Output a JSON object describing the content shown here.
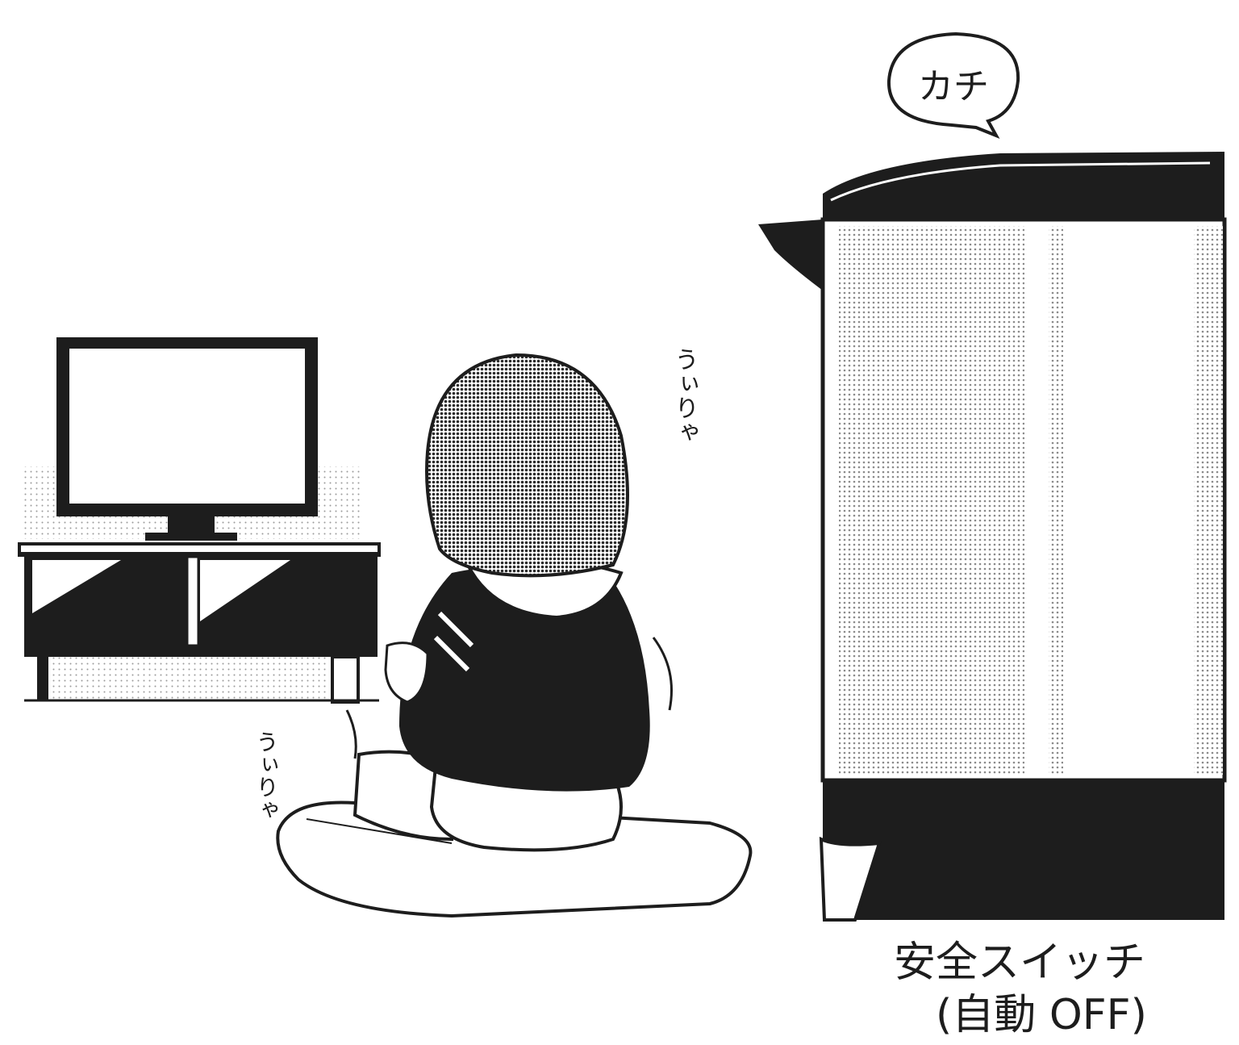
{
  "sound_effects": {
    "kachi": "カチ",
    "uirya_upper": "うぃりゃ",
    "uirya_lower": "うぃりゃ"
  },
  "caption": {
    "line1": "安全スイッチ",
    "line2": "(自動 OFF)"
  },
  "colors": {
    "ink": "#1d1d1d",
    "paper": "#ffffff",
    "screentone": "#bdbdbd"
  }
}
